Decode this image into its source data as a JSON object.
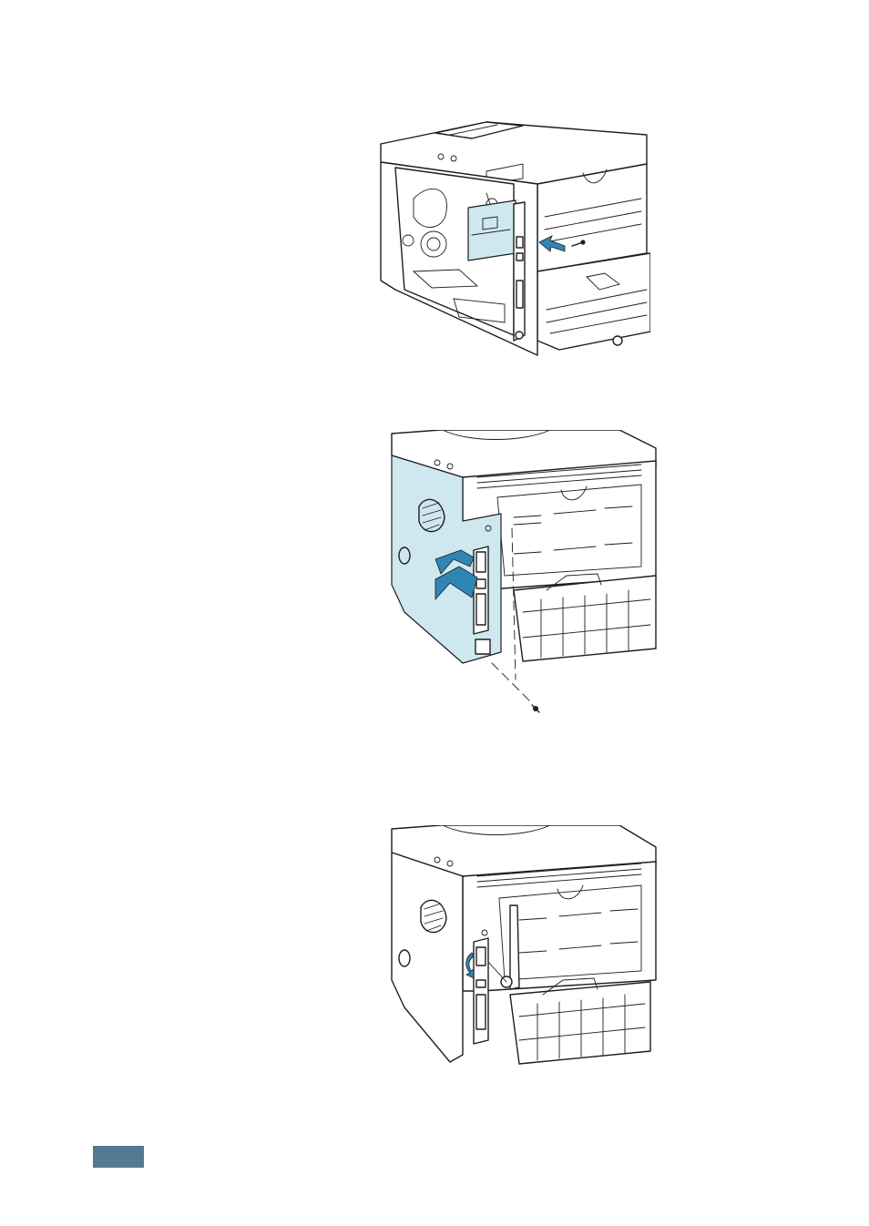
{
  "figures": [
    {
      "name": "printer-open-side-network-card-install",
      "highlight": "#cfe8f0",
      "arrow_color": "#2f86b5",
      "icon": "printer-icon"
    },
    {
      "name": "printer-side-cover-reattach",
      "highlight": "#cfe8f0",
      "arrow_color": "#2f86b5",
      "icon": "printer-icon"
    },
    {
      "name": "printer-antenna-attached",
      "arrow_color": "#2f86b5",
      "icon": "printer-icon"
    }
  ],
  "page_tab": {
    "color": "#527a93"
  }
}
